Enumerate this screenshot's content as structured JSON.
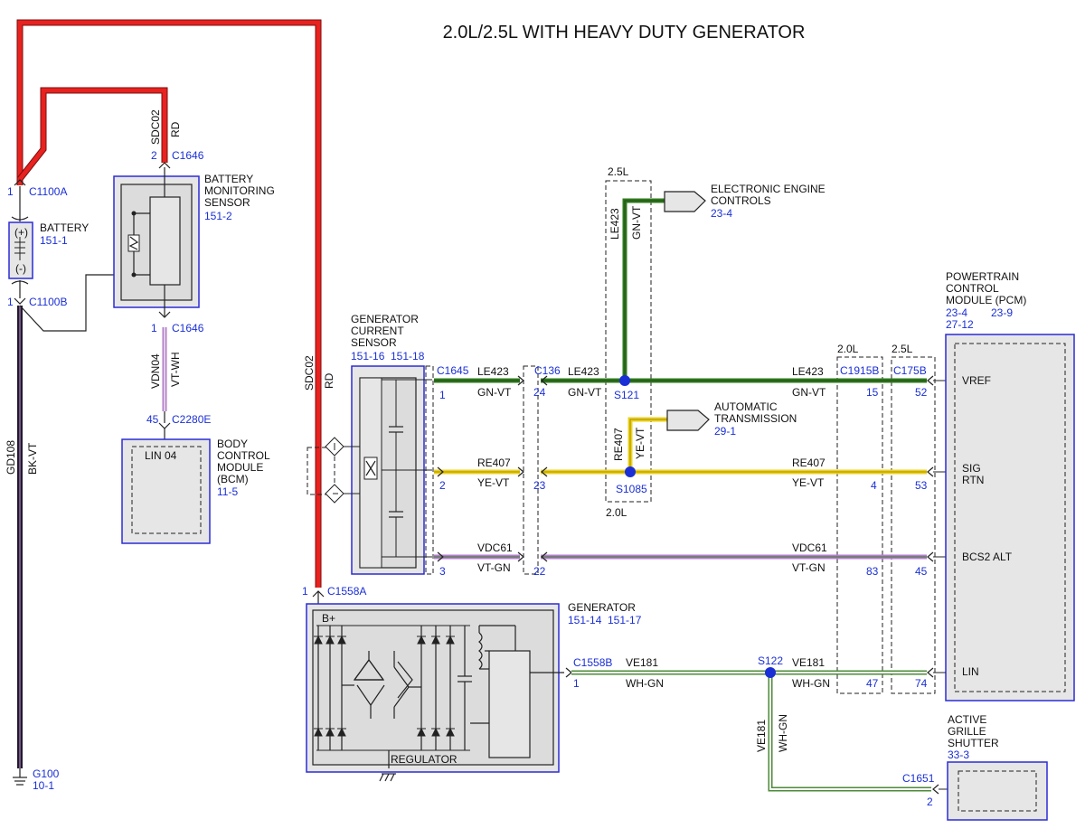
{
  "title": "2.0L/2.5L WITH HEAVY DUTY GENERATOR",
  "battery": {
    "name": "BATTERY",
    "ref": "151-1",
    "plus": "(+)",
    "minus": "(-)"
  },
  "c1100a": {
    "pin": "1",
    "name": "C1100A"
  },
  "c1100b": {
    "pin": "1",
    "name": "C1100B"
  },
  "ground": {
    "name": "G100",
    "ref": "10-1",
    "circuit": "GD108",
    "color": "BK-VT"
  },
  "bms": {
    "l1": "BATTERY",
    "l2": "MONITORING",
    "l3": "SENSOR",
    "ref": "151-2",
    "top_pin": "2",
    "top_conn": "C1646",
    "bot_pin": "1",
    "bot_conn": "C1646",
    "wire_circuit": "SDC02",
    "wire_color": "RD"
  },
  "bcm": {
    "l1": "BODY",
    "l2": "CONTROL",
    "l3": "MODULE",
    "l4": "(BCM)",
    "ref": "11-5",
    "pin": "45",
    "conn": "C2280E",
    "inner": "LIN 04",
    "wire_circuit": "VDN04",
    "wire_color": "VT-WH"
  },
  "gcs": {
    "l1": "GENERATOR",
    "l2": "CURRENT",
    "l3": "SENSOR",
    "ref1": "151-16",
    "ref2": "151-18",
    "conn": "C1645",
    "pin1": "1",
    "pin2": "2",
    "pin3": "3"
  },
  "sdc02": {
    "circuit": "SDC02",
    "color": "RD"
  },
  "c1558a": {
    "pin": "1",
    "name": "C1558A"
  },
  "generator": {
    "name": "GENERATOR",
    "ref1": "151-14",
    "ref2": "151-17",
    "bplus": "B+",
    "regulator": "REGULATOR",
    "conn": "C1558B",
    "pin": "1"
  },
  "c136": {
    "name": "C136",
    "pin_le": "24",
    "pin_re": "23",
    "pin_vdc": "22"
  },
  "s121": "S121",
  "s1085": "S1085",
  "s122": "S122",
  "variant_25": "2.5L",
  "variant_20": "2.0L",
  "eec": {
    "l1": "ELECTRONIC ENGINE",
    "l2": "CONTROLS",
    "ref": "23-4"
  },
  "trans": {
    "l1": "AUTOMATIC",
    "l2": "TRANSMISSION",
    "ref": "29-1"
  },
  "wires": {
    "le423": "LE423",
    "gn_vt": "GN-VT",
    "re407": "RE407",
    "ye_vt": "YE-VT",
    "vdc61": "VDC61",
    "vt_gn": "VT-GN",
    "ve181": "VE181",
    "wh_gn": "WH-GN"
  },
  "c1915b": {
    "name": "C1915B",
    "variant": "2.0L",
    "p_vref": "15",
    "p_sig": "4",
    "p_bcs": "83",
    "p_lin": "47"
  },
  "c175b": {
    "name": "C175B",
    "variant": "2.5L",
    "p_vref": "52",
    "p_sig": "53",
    "p_bcs": "45",
    "p_lin": "74"
  },
  "pcm": {
    "l1": "POWERTRAIN",
    "l2": "CONTROL",
    "l3": "MODULE (PCM)",
    "ref1": "23-4",
    "ref2": "23-9",
    "ref3": "27-12",
    "vref": "VREF",
    "sig": "SIG",
    "rtn": "RTN",
    "bcs": "BCS2 ALT",
    "lin": "LIN"
  },
  "ags": {
    "l1": "ACTIVE",
    "l2": "GRILLE",
    "l3": "SHUTTER",
    "ref": "33-3",
    "conn": "C1651",
    "pin": "2"
  },
  "colors": {
    "red": "#e8221f",
    "green": "#2f7a1e",
    "yellow": "#ecd21c",
    "violet": "#b27fc9",
    "blue": "#1a2fd6",
    "black": "#221a2a"
  }
}
